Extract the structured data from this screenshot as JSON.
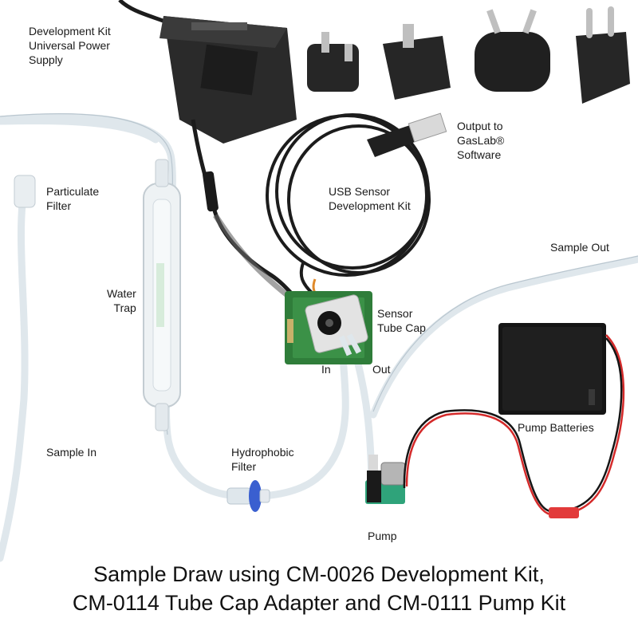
{
  "labels": {
    "power_supply": [
      "Development Kit",
      "Universal Power",
      "Supply"
    ],
    "output": [
      "Output to",
      "GasLab®",
      "Software"
    ],
    "usb_kit": [
      "USB Sensor",
      "Development Kit"
    ],
    "particulate_filter": [
      "Particulate",
      "Filter"
    ],
    "water_trap": [
      "Water",
      "Trap"
    ],
    "sensor_tube_cap": [
      "Sensor",
      "Tube Cap"
    ],
    "in": "In",
    "out": "Out",
    "sample_out": "Sample Out",
    "sample_in": "Sample In",
    "hydrophobic_filter": [
      "Hydrophobic",
      "Filter"
    ],
    "pump_batteries": "Pump Batteries",
    "pump": "Pump"
  },
  "caption": [
    "Sample Draw using CM-0026 Development Kit,",
    "CM-0114 Tube Cap Adapter and CM-0111 Pump Kit"
  ],
  "colors": {
    "tubing": "#dfe7ec",
    "cable": "#1c1c1c",
    "pcb": "#2f7d3a",
    "pump_bracket": "#2fa37a",
    "filter_blue": "#3a5fd0",
    "wire_red": "#d42a2a"
  }
}
